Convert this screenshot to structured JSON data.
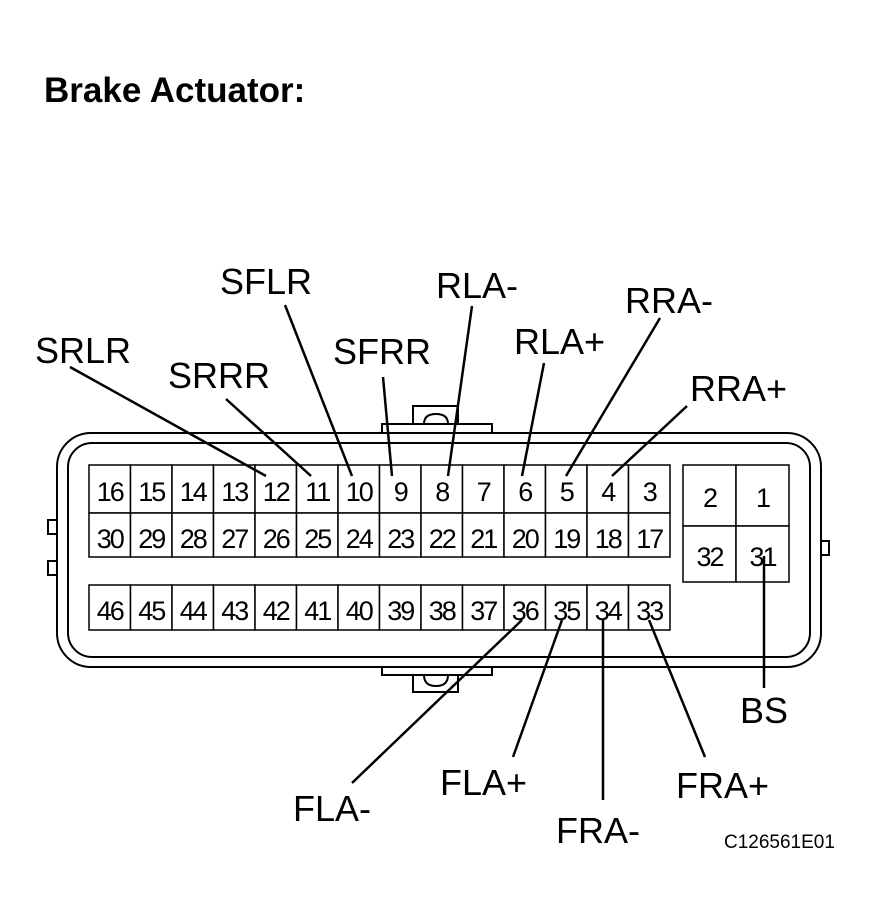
{
  "title": "Brake Actuator:",
  "figure_code": "C126561E01",
  "connector": {
    "main_row1": [
      "16",
      "15",
      "14",
      "13",
      "12",
      "11",
      "10",
      "9",
      "8",
      "7",
      "6",
      "5",
      "4",
      "3"
    ],
    "main_row2": [
      "30",
      "29",
      "28",
      "27",
      "26",
      "25",
      "24",
      "23",
      "22",
      "21",
      "20",
      "19",
      "18",
      "17"
    ],
    "main_row3": [
      "46",
      "45",
      "44",
      "43",
      "42",
      "41",
      "40",
      "39",
      "38",
      "37",
      "36",
      "35",
      "34",
      "33"
    ],
    "side_row1": [
      "2",
      "1"
    ],
    "side_row2": [
      "32",
      "31"
    ]
  },
  "labels": [
    {
      "name": "SRLR",
      "pin": "12"
    },
    {
      "name": "SRRR",
      "pin": "11"
    },
    {
      "name": "SFLR",
      "pin": "10"
    },
    {
      "name": "SFRR",
      "pin": "9"
    },
    {
      "name": "RLA-",
      "pin": "8"
    },
    {
      "name": "RLA+",
      "pin": "6"
    },
    {
      "name": "RRA-",
      "pin": "5"
    },
    {
      "name": "RRA+",
      "pin": "4"
    },
    {
      "name": "FLA-",
      "pin": "36"
    },
    {
      "name": "FLA+",
      "pin": "35"
    },
    {
      "name": "FRA-",
      "pin": "34"
    },
    {
      "name": "FRA+",
      "pin": "33"
    },
    {
      "name": "BS",
      "pin": "31"
    }
  ]
}
